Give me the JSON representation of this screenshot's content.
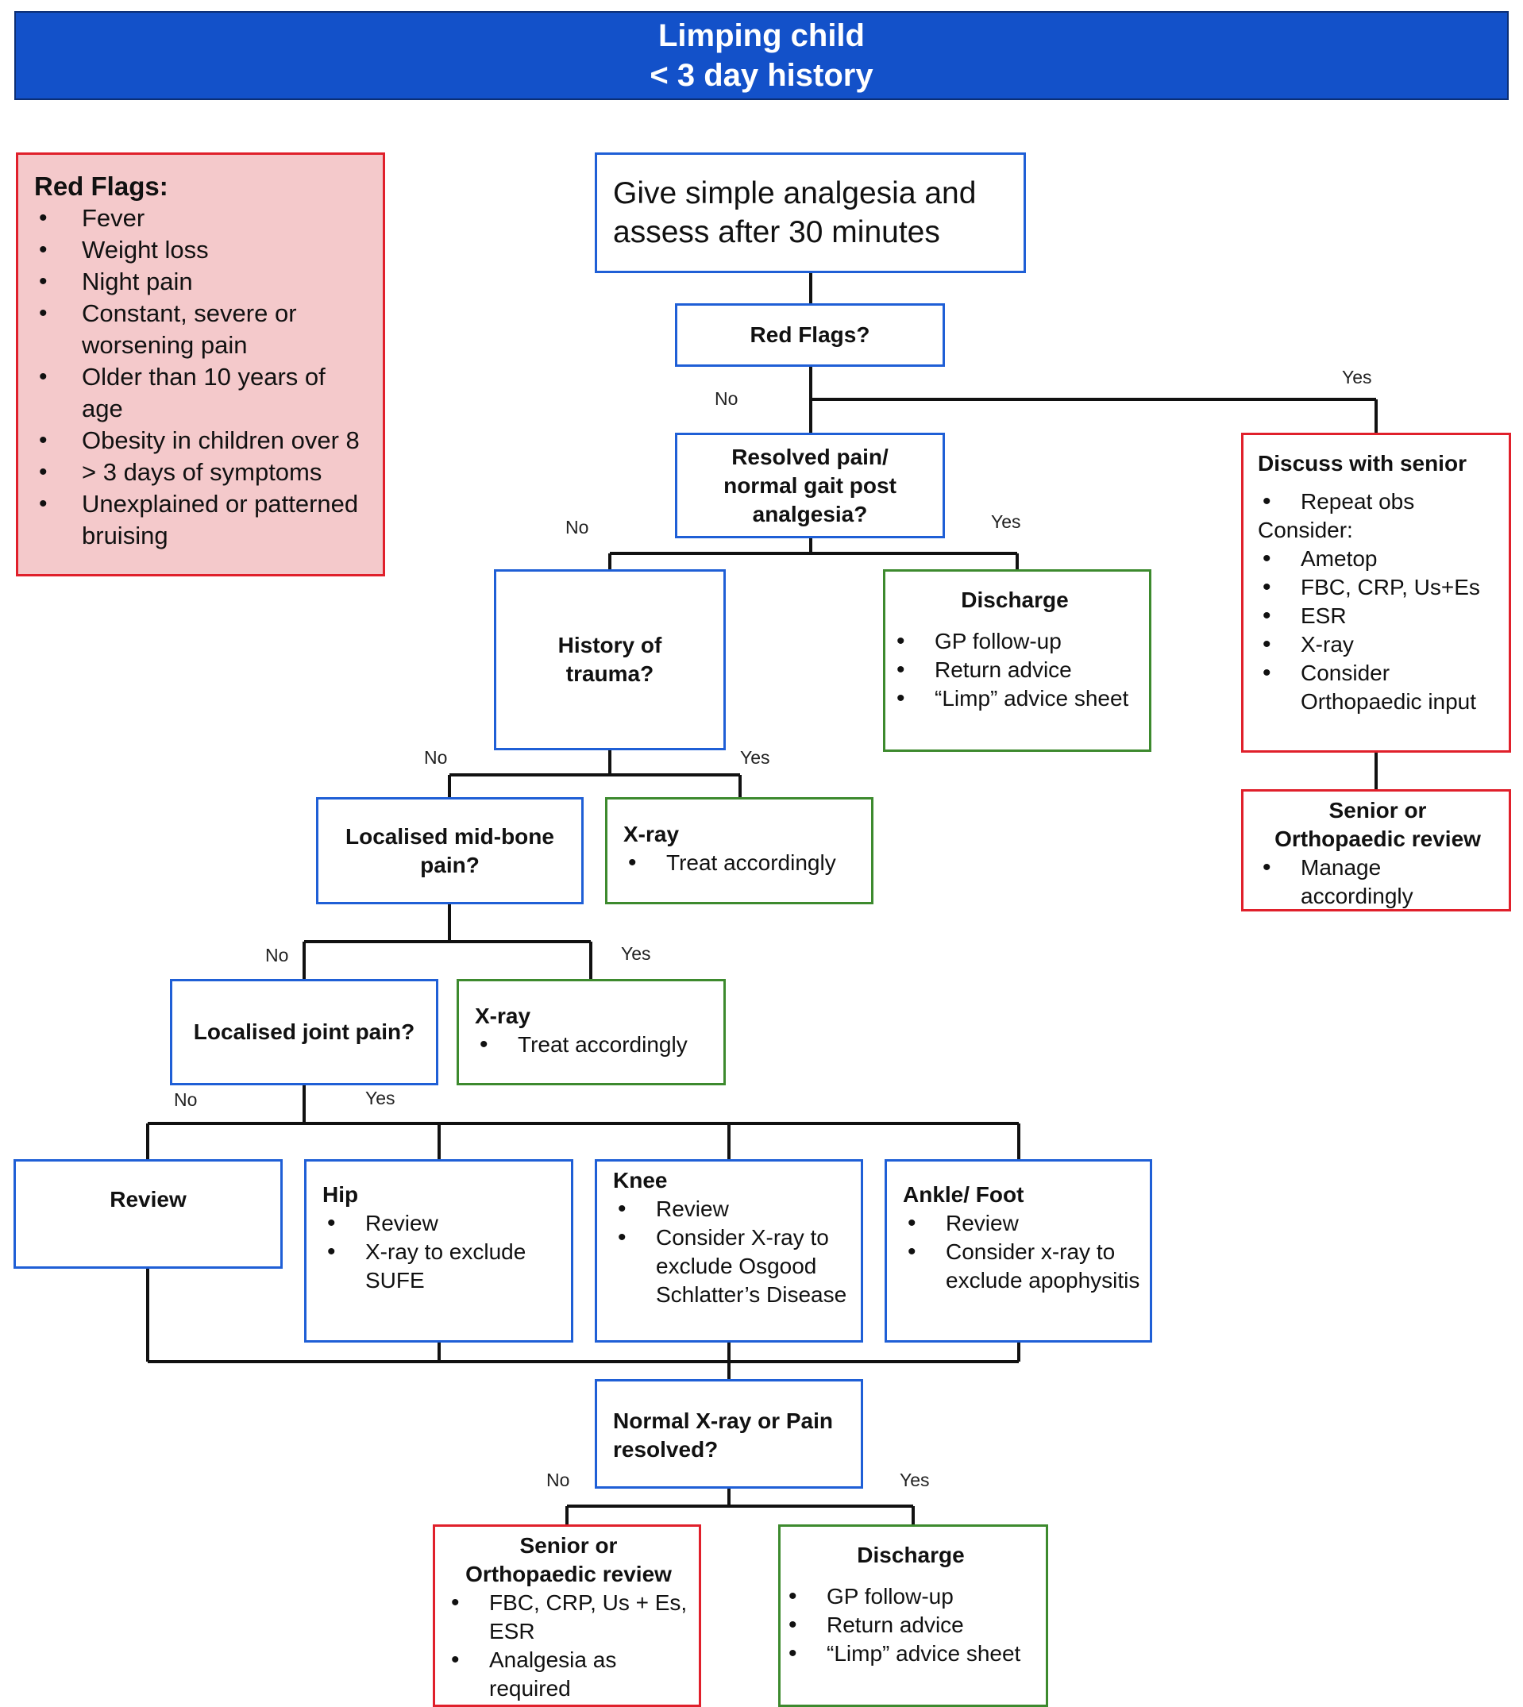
{
  "title": {
    "line1": "Limping child",
    "line2": "< 3 day history"
  },
  "red_flags": {
    "title": "Red Flags:",
    "items": [
      "Fever",
      "Weight loss",
      "Night pain",
      "Constant, severe or worsening pain",
      "Older than 10 years of age",
      "Obesity in children over 8",
      "> 3 days of symptoms",
      "Unexplained or patterned bruising"
    ]
  },
  "nodes": {
    "analgesia": "Give simple analgesia and assess after 30 minutes",
    "red_flags_q": "Red Flags?",
    "resolved_q": "Resolved pain/ normal gait post analgesia?",
    "discuss_senior": {
      "title": "Discuss with senior",
      "item1": "Repeat obs",
      "consider": "Consider:",
      "items": [
        "Ametop",
        "FBC, CRP, Us+Es",
        "ESR",
        "X-ray",
        "Consider Orthopaedic input"
      ]
    },
    "senior_review_top": {
      "title": "Senior or Orthopaedic review",
      "items": [
        "Manage accordingly"
      ]
    },
    "discharge_top": {
      "title": "Discharge",
      "items": [
        "GP follow-up",
        "Return advice",
        "“Limp” advice sheet"
      ]
    },
    "trauma_q": "History of trauma?",
    "midbone_q": "Localised mid-bone pain?",
    "xray1": {
      "title": "X-ray",
      "items": [
        "Treat accordingly"
      ]
    },
    "joint_q": "Localised joint pain?",
    "xray2": {
      "title": "X-ray",
      "items": [
        "Treat accordingly"
      ]
    },
    "review": "Review",
    "hip": {
      "title": "Hip",
      "items": [
        "Review",
        "X-ray to exclude SUFE"
      ]
    },
    "knee": {
      "title": "Knee",
      "items": [
        "Review",
        "Consider X-ray to exclude Osgood Schlatter’s Disease"
      ]
    },
    "ankle": {
      "title": "Ankle/ Foot",
      "items": [
        "Review",
        "Consider x-ray to exclude apophysitis"
      ]
    },
    "normal_xray_q": "Normal X-ray or Pain resolved?",
    "senior_review_bottom": {
      "title": "Senior or Orthopaedic review",
      "items": [
        "FBC, CRP, Us + Es, ESR",
        "Analgesia as required"
      ]
    },
    "discharge_bottom": {
      "title": "Discharge",
      "items": [
        "GP follow-up",
        "Return advice",
        "“Limp” advice sheet"
      ]
    }
  },
  "edge_labels": {
    "red_flags_no": "No",
    "red_flags_yes": "Yes",
    "resolved_no": "No",
    "resolved_yes": "Yes",
    "trauma_no": "No",
    "trauma_yes": "Yes",
    "midbone_no": "No",
    "midbone_yes": "Yes",
    "joint_no": "No",
    "joint_yes": "Yes",
    "normal_no": "No",
    "normal_yes": "Yes"
  },
  "colors": {
    "header": "#1351c9",
    "question_border": "#1f5fd6",
    "discharge_border": "#3d8a2e",
    "escalate_border": "#e0202b",
    "red_flags_fill": "#f4c9cb"
  }
}
